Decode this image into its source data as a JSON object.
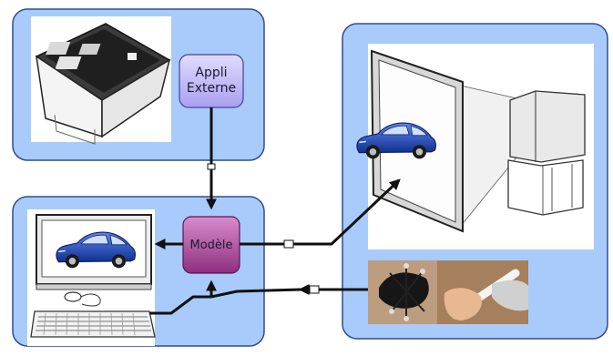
{
  "nodes": {
    "appli": {
      "line1": "Appli",
      "line2": "Externe"
    },
    "modele": {
      "label": "Modèle"
    }
  },
  "colors": {
    "panel_fill": "#a8cbfb",
    "panel_stroke": "#2f4e8c",
    "appli_fill": "#c9c2f7",
    "modele_fill": "#b24d9e",
    "car_blue": "#1f44b8",
    "arrow": "#111111"
  },
  "icons": [
    "tabletop-display",
    "monitor",
    "mouse",
    "keyboard",
    "projection-screen",
    "projector",
    "car",
    "tracking-device",
    "stylus-pen"
  ]
}
